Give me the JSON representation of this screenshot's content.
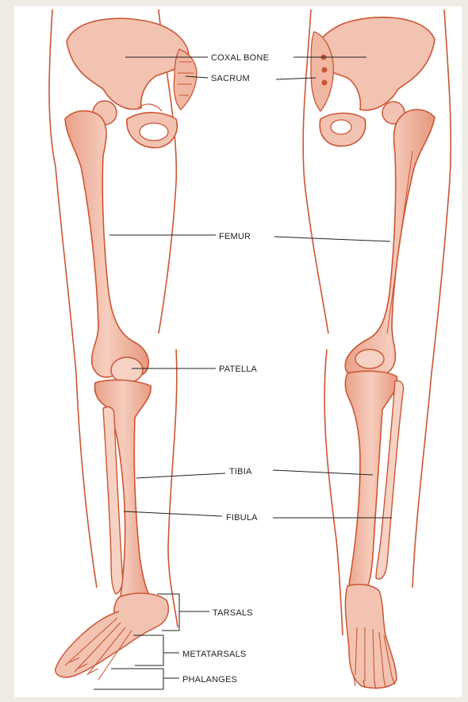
{
  "labels": {
    "coxal_bone": "COXAL BONE",
    "sacrum": "SACRUM",
    "femur": "FEMUR",
    "patella": "PATELLA",
    "tibia": "TIBIA",
    "fibula": "FIBULA",
    "tarsals": "TARSALS",
    "metatarsals": "METATARSALS",
    "phalanges": "PHALANGES"
  },
  "colors": {
    "bone_fill": "#f3c3b2",
    "bone_shade": "#e8a08a",
    "outline": "#cc5533",
    "leader": "#222222",
    "background": "#efece6"
  }
}
